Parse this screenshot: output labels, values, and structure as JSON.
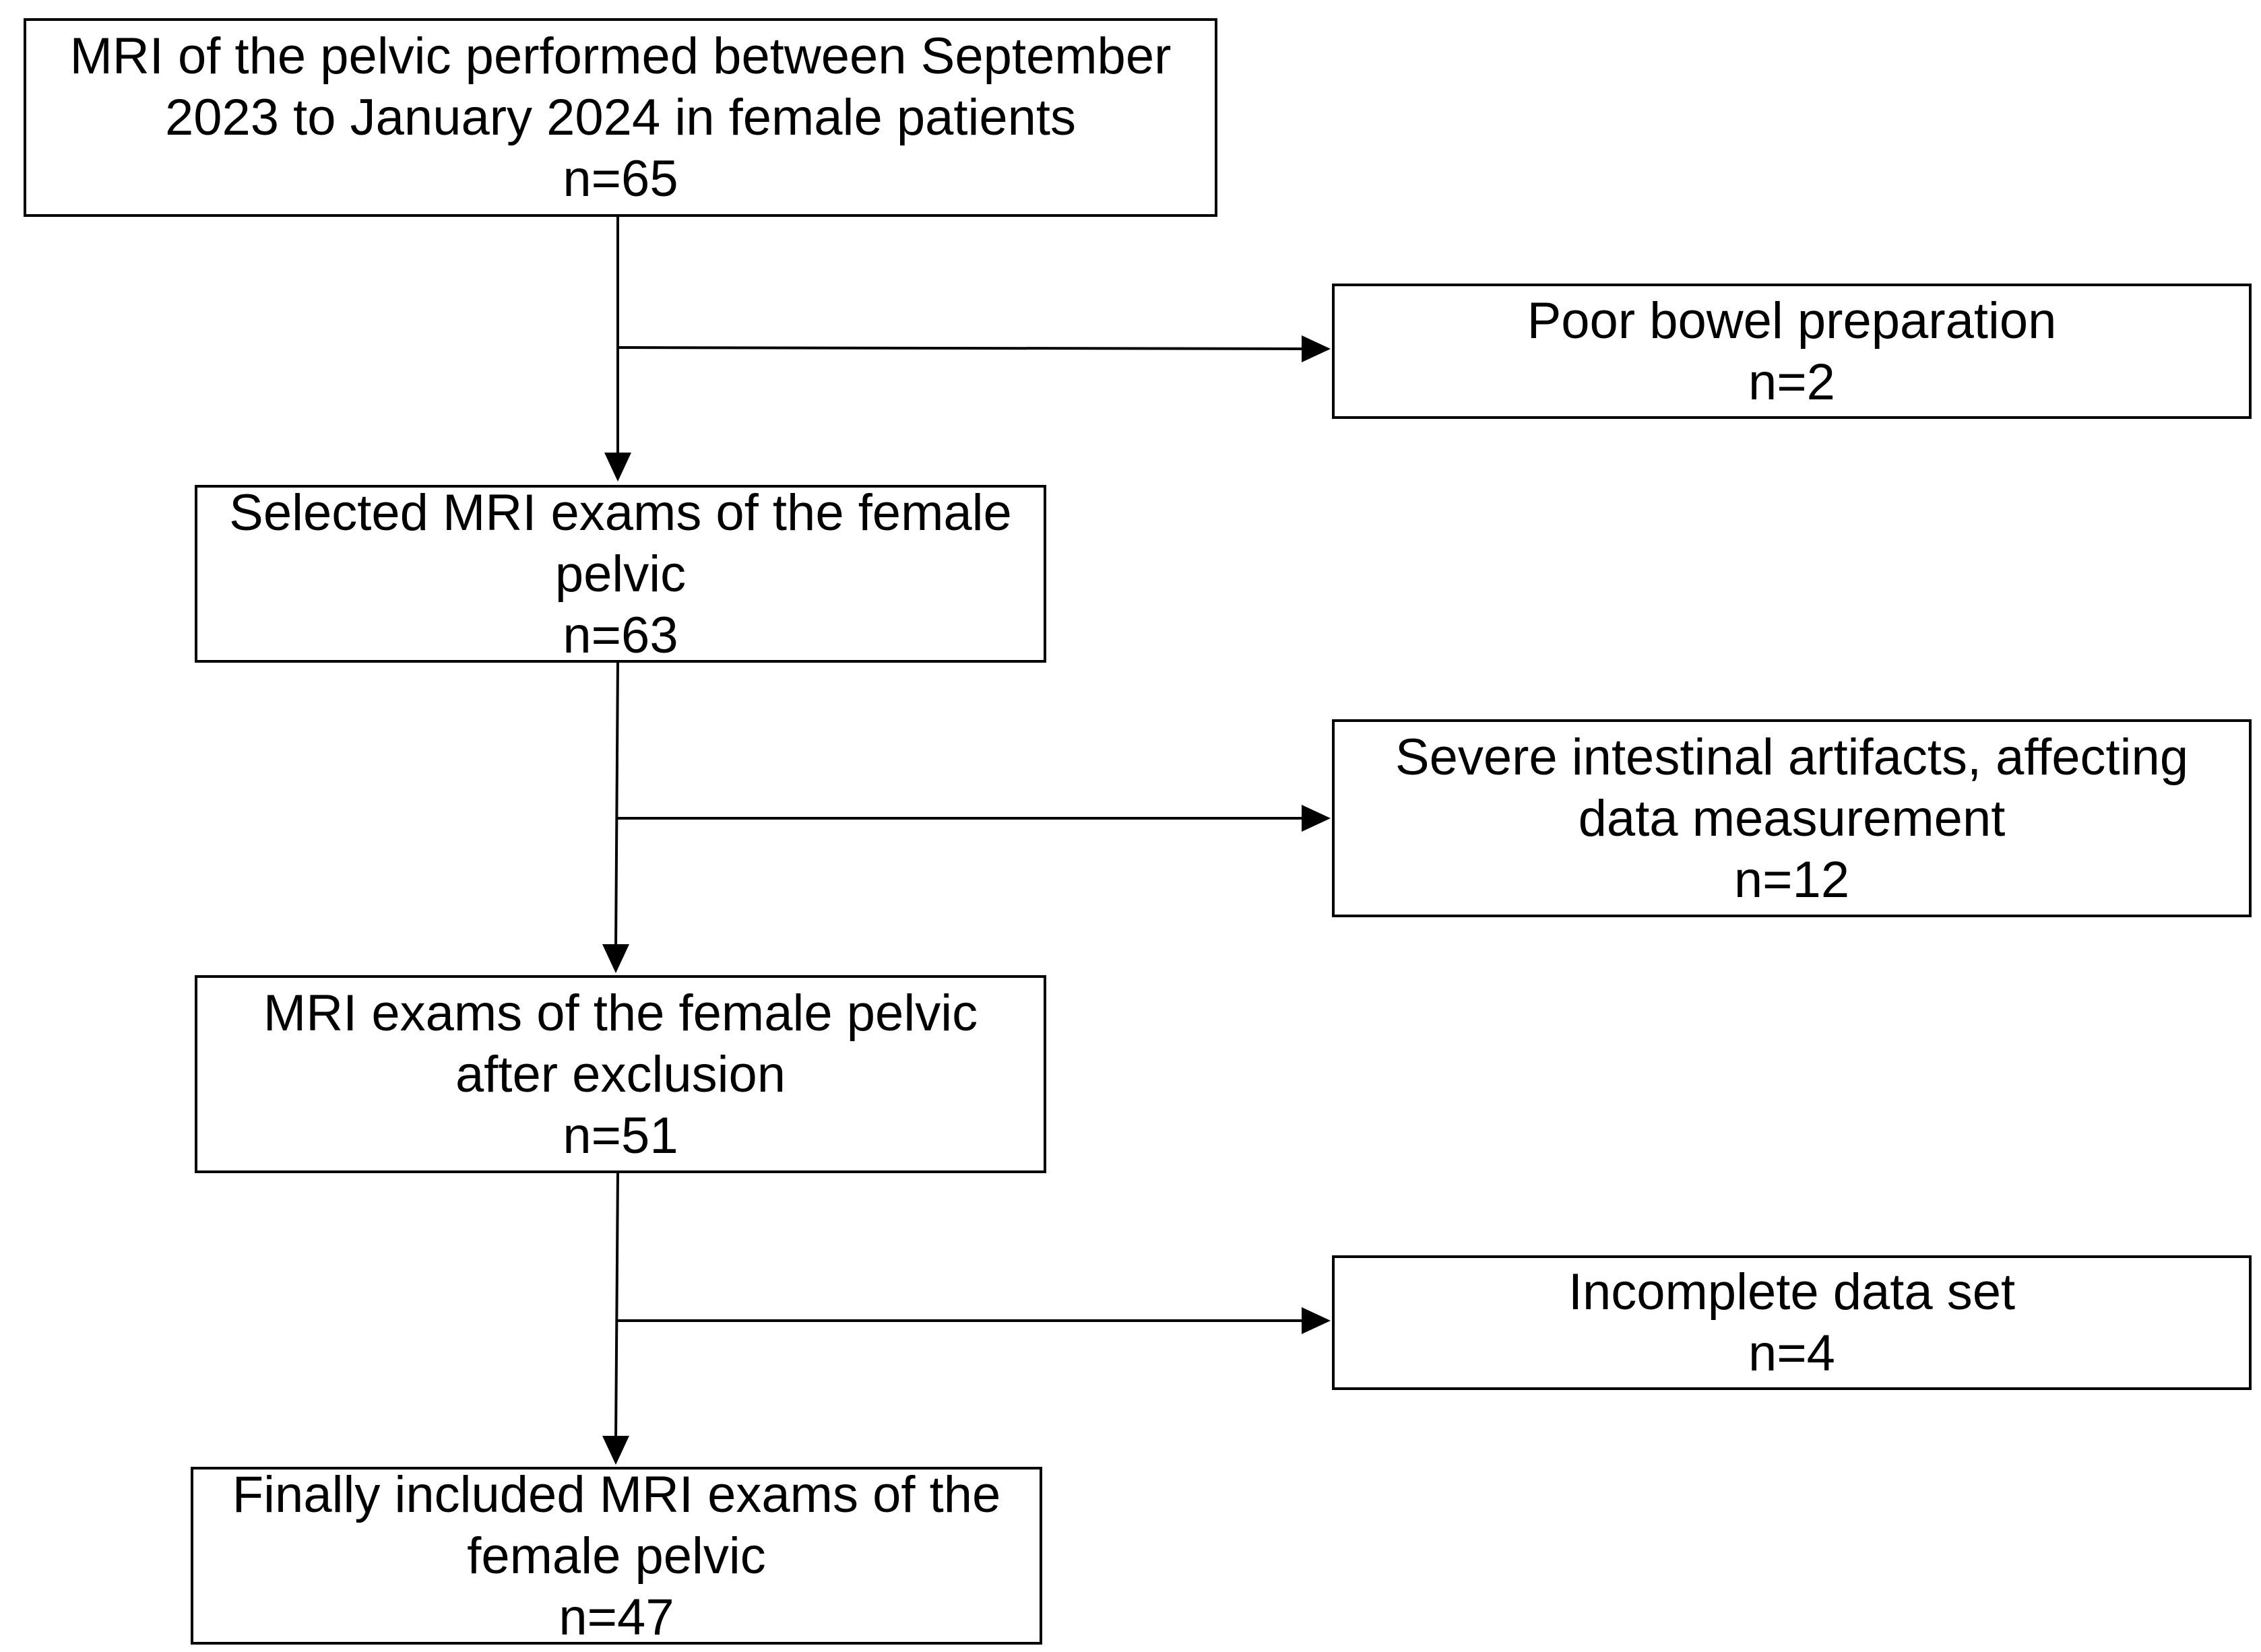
{
  "flowchart": {
    "main": [
      {
        "lines": [
          "MRI of the pelvic performed between September",
          "2023 to January 2024 in female patients"
        ],
        "n": "n=65"
      },
      {
        "lines": [
          "Selected MRI exams of the female",
          "pelvic"
        ],
        "n": "n=63"
      },
      {
        "lines": [
          "MRI exams of the female pelvic",
          "after exclusion"
        ],
        "n": "n=51"
      },
      {
        "lines": [
          "Finally included MRI exams of the",
          "female pelvic"
        ],
        "n": "n=47"
      }
    ],
    "exclusions": [
      {
        "lines": [
          "Poor bowel preparation"
        ],
        "n": "n=2"
      },
      {
        "lines": [
          "Severe intestinal artifacts, affecting",
          "data measurement"
        ],
        "n": "n=12"
      },
      {
        "lines": [
          "Incomplete data set"
        ],
        "n": "n=4"
      }
    ]
  }
}
